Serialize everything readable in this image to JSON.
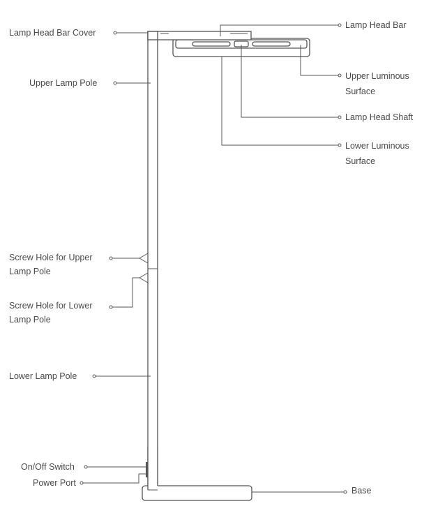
{
  "labels": {
    "lamp_head_bar_cover": "Lamp Head Bar Cover",
    "upper_lamp_pole": "Upper Lamp Pole",
    "screw_hole_upper_1": "Screw Hole for Upper",
    "screw_hole_upper_2": "Lamp Pole",
    "screw_hole_lower_1": "Screw Hole for Lower",
    "screw_hole_lower_2": "Lamp Pole",
    "lower_lamp_pole": "Lower Lamp Pole",
    "on_off_switch": "On/Off Switch",
    "power_port": "Power Port",
    "lamp_head_bar": "Lamp Head Bar",
    "upper_luminous_1": "Upper Luminous",
    "upper_luminous_2": "Surface",
    "lamp_head_shaft": "Lamp Head Shaft",
    "lower_luminous_1": "Lower Luminous",
    "lower_luminous_2": "Surface",
    "base": "Base"
  }
}
